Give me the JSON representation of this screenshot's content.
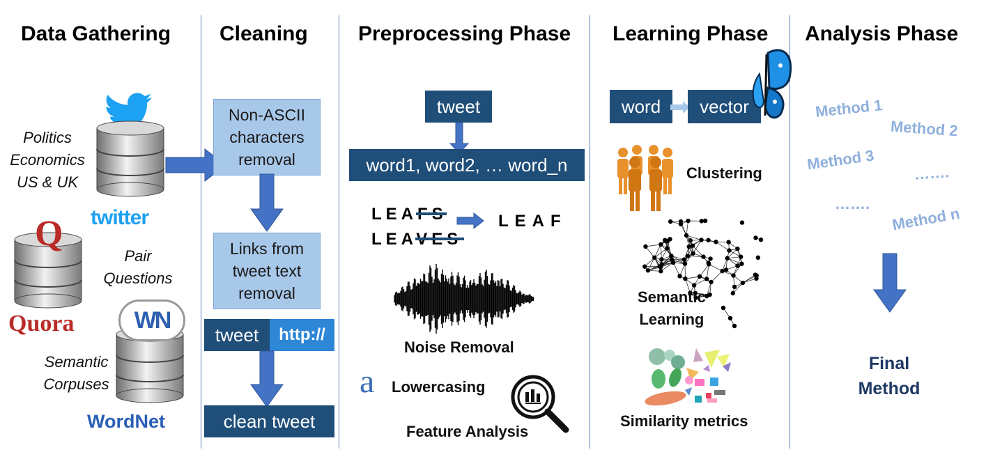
{
  "headers": {
    "data_gathering": "Data Gathering",
    "cleaning": "Cleaning",
    "preprocessing": "Preprocessing Phase",
    "learning": "Learning Phase",
    "analysis": "Analysis Phase"
  },
  "data_gathering": {
    "twitter_topics": [
      "Politics",
      "Economics",
      "US & UK"
    ],
    "twitter_logo": "twitter",
    "quora_topic": [
      "Pair",
      "Questions"
    ],
    "quora_logo": "Quora",
    "quora_badge": "Q",
    "wordnet_topic": [
      "Semantic",
      "Corpuses"
    ],
    "wordnet_logo": "WordNet",
    "wordnet_badge": "WN"
  },
  "cleaning": {
    "step1": [
      "Non-ASCII",
      "characters",
      "removal"
    ],
    "step2": [
      "Links from",
      "tweet text",
      "removal"
    ],
    "tweet_label": "tweet",
    "url_label": "http://",
    "result_label": "clean tweet"
  },
  "preprocessing": {
    "tweet_label": "tweet",
    "words_label": "word1, word2, … word_n",
    "stem_word1": "LEAFS",
    "stem_word2": "LEAVES",
    "stem_result": "LEAF",
    "noise_label": "Noise Removal",
    "lowercase_glyph": "a",
    "lowercase_label": "Lowercasing",
    "feature_label": "Feature Analysis"
  },
  "learning": {
    "word_label": "word",
    "vector_label": "vector",
    "clustering_label": "Clustering",
    "semantic_label": [
      "Semantic",
      "Learning"
    ],
    "similarity_label": "Similarity metrics"
  },
  "analysis": {
    "methods": [
      "Method 1",
      "Method 2",
      "Method 3",
      "…….",
      "…….",
      "Method n"
    ],
    "final": [
      "Final",
      "Method"
    ]
  },
  "colors": {
    "dark_box": "#1f4e79",
    "light_box": "#a8c8ea",
    "arrow": "#4472c4",
    "divider": "#5b7fb8",
    "method_text": "#8fb0dc",
    "final_text": "#1f3864",
    "twitter_blue": "#1da1f2",
    "quora_red": "#b92b27"
  }
}
